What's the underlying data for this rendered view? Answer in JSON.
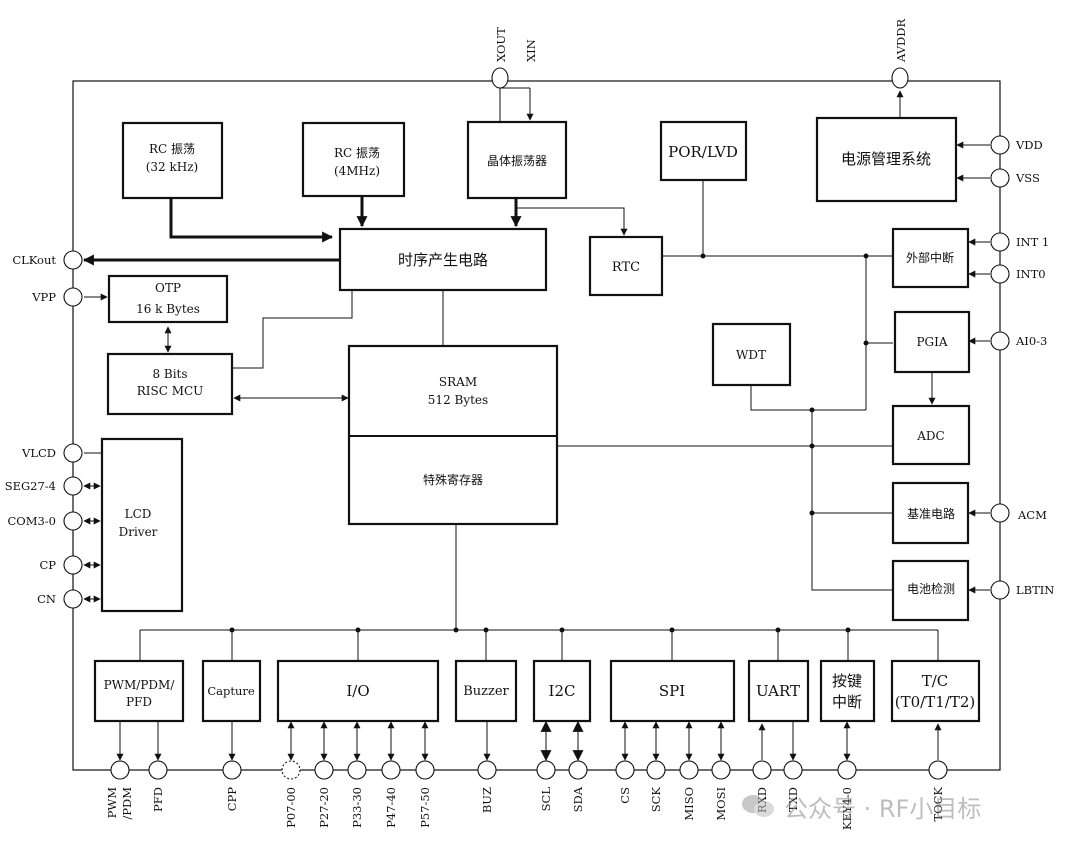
{
  "blocks": {
    "rc32": "RC 振荡",
    "rc32_sub": "(32 kHz)",
    "rc4m": "RC 振荡",
    "rc4m_sub": "(4MHz)",
    "crystal": "晶体振荡器",
    "porlvd": "POR/LVD",
    "power": "电源管理系统",
    "timing": "时序产生电路",
    "rtc": "RTC",
    "ext_int": "外部中断",
    "otp": "OTP",
    "otp_sub": "16 k Bytes",
    "mcu": "8 Bits",
    "mcu_sub": "RISC MCU",
    "sram": "SRAM",
    "sram_sub": "512 Bytes",
    "sfr": "特殊寄存器",
    "wdt": "WDT",
    "pgia": "PGIA",
    "adc": "ADC",
    "ref": "基准电路",
    "battery": "电池检测",
    "lcd": "LCD",
    "lcd_sub": "Driver",
    "pwm": "PWM/PDM/",
    "pwm_sub": "PFD",
    "capture": "Capture",
    "io": "I/O",
    "buzzer": "Buzzer",
    "i2c": "I2C",
    "spi": "SPI",
    "uart": "UART",
    "key": "按键",
    "key_sub": "中断",
    "tc": "T/C",
    "tc_sub": "(T0/T1/T2)"
  },
  "pins": {
    "xout": "XOUT",
    "xin": "XIN",
    "avddr": "AVDDR",
    "vdd": "VDD",
    "vss": "VSS",
    "int1": "INT 1",
    "int0": "INT0",
    "ai": "AI0-3",
    "acm": "ACM",
    "lbtin": "LBTIN",
    "clkout": "CLKout",
    "vpp": "VPP",
    "vlcd": "VLCD",
    "seg": "SEG27-4",
    "com": "COM3-0",
    "cp": "CP",
    "cn": "CN",
    "pwm_pin": "PWM",
    "pwm_pin2": "/PDM",
    "pfd": "PFD",
    "cpp": "CPP",
    "p07": "P07-00",
    "p27": "P27-20",
    "p33": "P33-30",
    "p47": "P47-40",
    "p57": "P57-50",
    "buz": "BUZ",
    "scl": "SCL",
    "sda": "SDA",
    "cs": "CS",
    "sck": "SCK",
    "miso": "MISO",
    "mosi": "MOSI",
    "rxd": "RXD",
    "txd": "TXD",
    "key": "KEY4-0",
    "tock": "TOCK"
  },
  "watermark": {
    "text": "公众号 · RF小目标",
    "icon": "wechat-icon"
  }
}
